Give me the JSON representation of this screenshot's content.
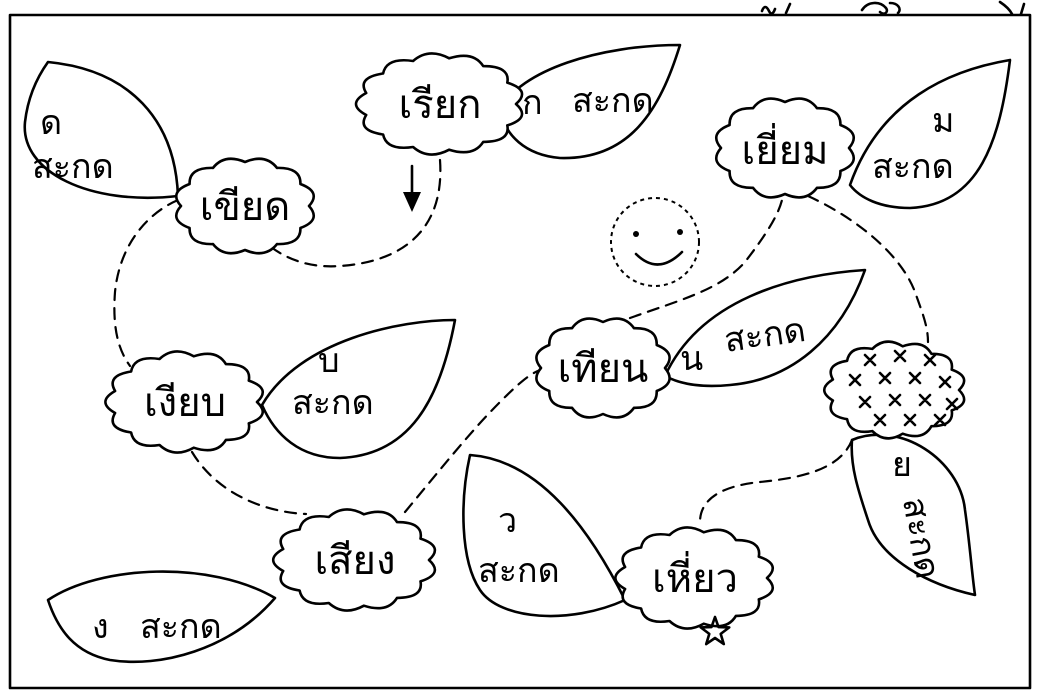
{
  "worksheet": {
    "words": [
      "เรียก",
      "เขียด",
      "เยี่ยม",
      "เงียบ",
      "เทียน",
      "เสียง",
      "เหี่ยว"
    ],
    "leaves": [
      {
        "letter": "ก",
        "label": "สะกด"
      },
      {
        "letter": "ด",
        "label": "สะกด"
      },
      {
        "letter": "ม",
        "label": "สะกด"
      },
      {
        "letter": "บ",
        "label": "สะกด"
      },
      {
        "letter": "น",
        "label": "สะกด"
      },
      {
        "letter": "ง",
        "label": "สะกด"
      },
      {
        "letter": "ว",
        "label": "สะกด"
      },
      {
        "letter": "ย",
        "label": "สะกด"
      }
    ]
  }
}
